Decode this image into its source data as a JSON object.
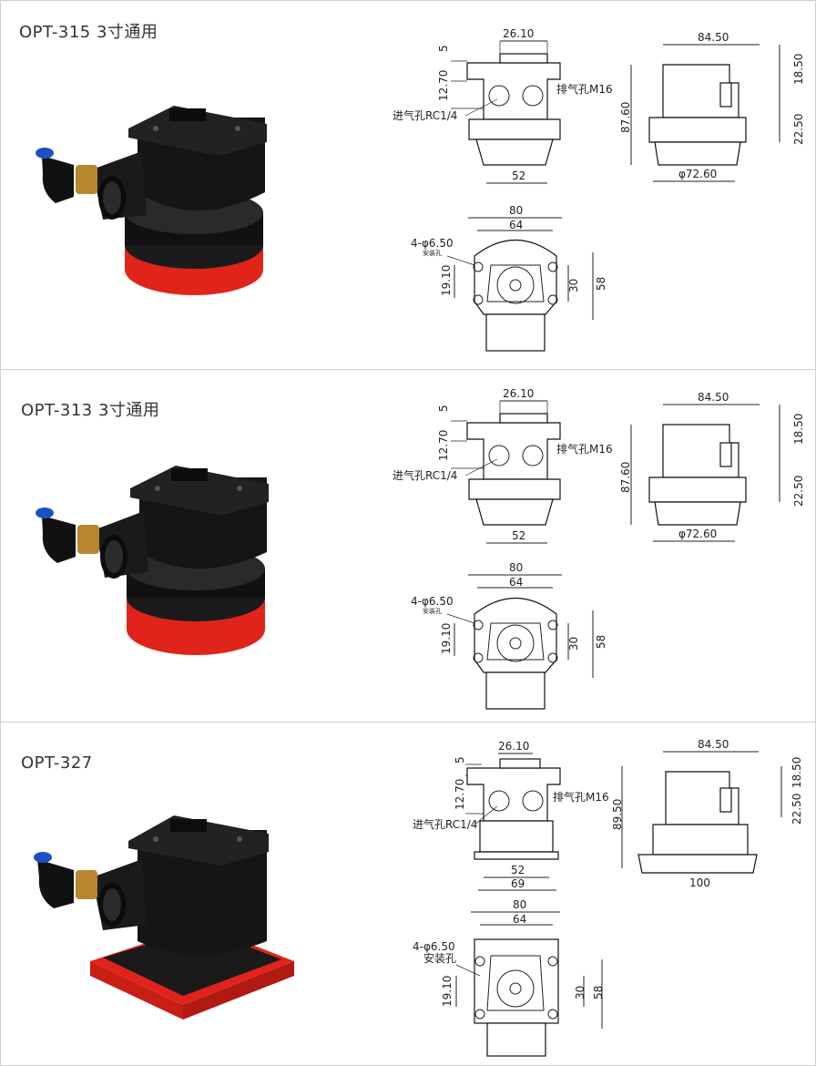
{
  "products": [
    {
      "title": "OPT-315  3寸通用",
      "front": {
        "d_top": "26.10",
        "d_5": "5",
        "d_1270": "12.70",
        "exhaust": "排气孔M16",
        "inlet": "进气孔RC1/4",
        "d_bottom": "52"
      },
      "side": {
        "d_width": "84.50",
        "d_height": "87.60",
        "d_upper": "18.50",
        "d_lower": "22.50",
        "d_base": "φ72.60"
      },
      "bottom": {
        "d_80": "80",
        "d_64": "64",
        "holes": "4-φ6.50",
        "holes_note": "安装孔",
        "d_1910": "19.10",
        "d_30": "30",
        "d_58": "58"
      },
      "pad_color": "#e0241b"
    },
    {
      "title": "OPT-313  3寸通用",
      "front": {
        "d_top": "26.10",
        "d_5": "5",
        "d_1270": "12.70",
        "exhaust": "排气孔M16",
        "inlet": "进气孔RC1/4",
        "d_bottom": "52"
      },
      "side": {
        "d_width": "84.50",
        "d_height": "87.60",
        "d_upper": "18.50",
        "d_lower": "22.50",
        "d_base": "φ72.60"
      },
      "bottom": {
        "d_80": "80",
        "d_64": "64",
        "holes": "4-φ6.50",
        "holes_note": "安装孔",
        "d_1910": "19.10",
        "d_30": "30",
        "d_58": "58"
      },
      "pad_color": "#e0241b"
    },
    {
      "title": "OPT-327",
      "front": {
        "d_top": "26.10",
        "d_5": "5",
        "d_1270": "12.70",
        "exhaust": "排气孔M16",
        "inlet": "进气孔RC1/4",
        "d_bottom": "52",
        "d_bottom2": "69"
      },
      "side": {
        "d_width": "84.50",
        "d_height": "89.50",
        "d_upper": "18.50",
        "d_lower": "22.50",
        "d_base": "100"
      },
      "bottom": {
        "d_80": "80",
        "d_64": "64",
        "holes": "4-φ6.50",
        "holes_note": "安装孔",
        "d_1910": "19.10",
        "d_30": "30",
        "d_58": "58"
      },
      "pad_color": "#e0241b"
    }
  ]
}
